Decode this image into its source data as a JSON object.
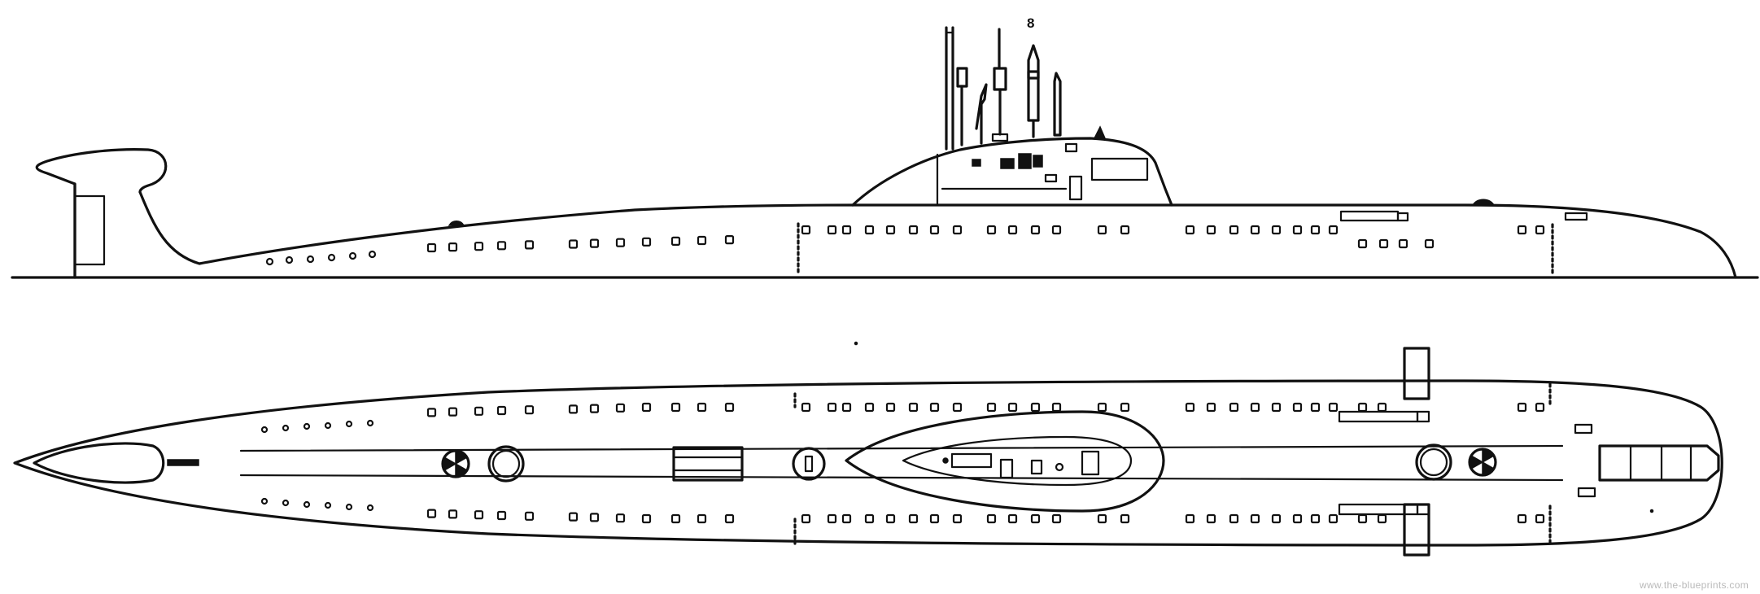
{
  "drawing": {
    "mast_number": "8",
    "watermark": "www.the-blueprints.com"
  },
  "views": [
    {
      "name": "side-elevation"
    },
    {
      "name": "top-plan"
    }
  ],
  "colors": {
    "line": "#111111",
    "background": "#ffffff",
    "watermark": "#b9b9b9"
  }
}
